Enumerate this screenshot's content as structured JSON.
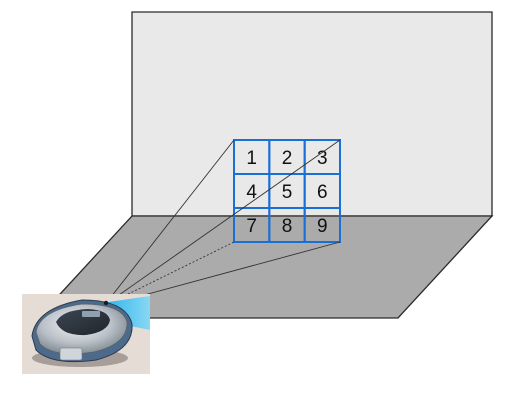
{
  "grid": {
    "cells": [
      "1",
      "2",
      "3",
      "4",
      "5",
      "6",
      "7",
      "8",
      "9"
    ],
    "border_color": "#1a6fd6"
  },
  "scene": {
    "wall_color": "#e9e9e9",
    "floor_color": "#ababab",
    "edge_color": "#2a2a2a"
  },
  "robot": {
    "icon": "robot-vacuum-icon",
    "beam_color": "#1fb4f0"
  }
}
